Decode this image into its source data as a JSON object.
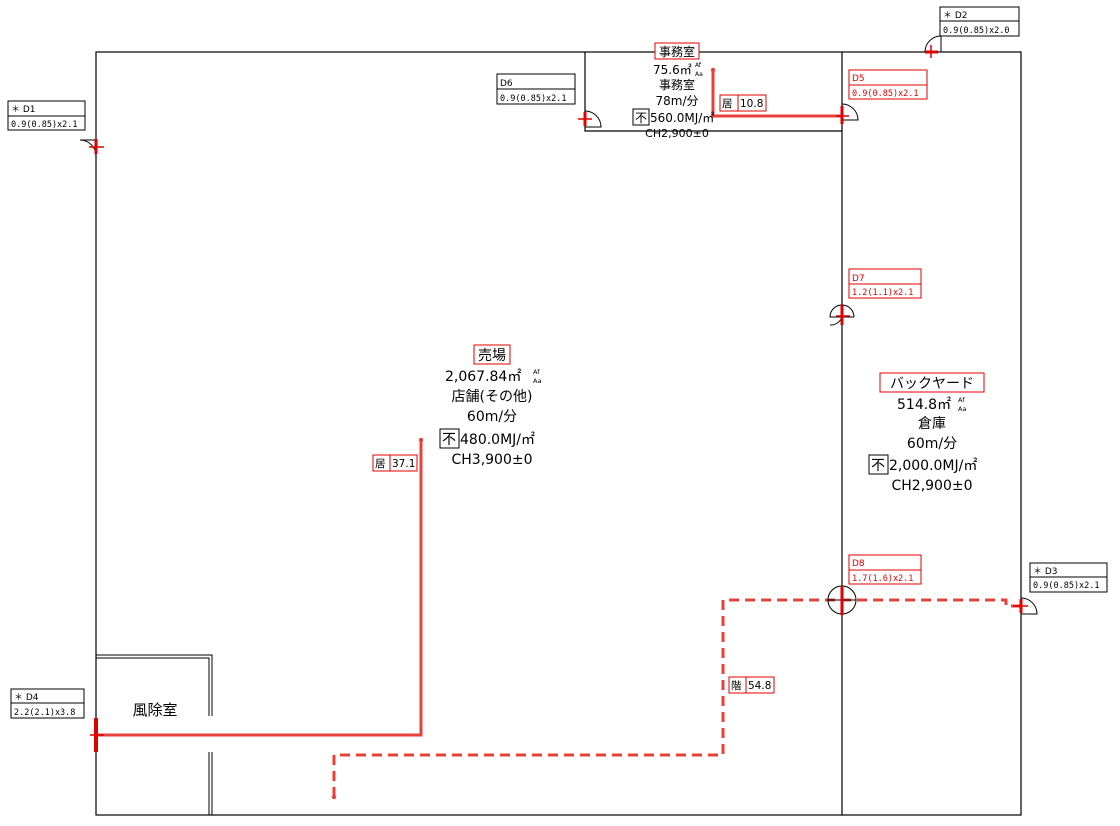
{
  "colors": {
    "wall": "#000000",
    "route": "#e8403a",
    "label_red": "#e00000",
    "label_black": "#000000"
  },
  "rooms": {
    "sales": {
      "name": "売場",
      "area": "2,067.84㎡",
      "area_sup": "Af",
      "area_sub": "Aa",
      "use": "店舗(その他)",
      "speed": "60m/分",
      "fire_mark": "不",
      "fire_load": "480.0MJ/㎡",
      "ceiling": "CH3,900±0"
    },
    "office": {
      "name": "事務室",
      "area": "75.6㎡",
      "area_sup": "Af",
      "area_sub": "Aa",
      "use": "事務室",
      "speed": "78m/分",
      "fire_mark": "不",
      "fire_load": "560.0MJ/㎡",
      "ceiling": "CH2,900±0"
    },
    "backyard": {
      "name": "バックヤード",
      "area": "514.8㎡",
      "area_sup": "Af",
      "area_sub": "Aa",
      "use": "倉庫",
      "speed": "60m/分",
      "fire_mark": "不",
      "fire_load": "2,000.0MJ/㎡",
      "ceiling": "CH2,900±0"
    },
    "windbreak": {
      "name": "風除室"
    }
  },
  "doors": {
    "d1": {
      "id": "＊ D1",
      "size": "0.9(0.85)x2.1"
    },
    "d2": {
      "id": "＊ D2",
      "size": "0.9(0.85)x2.0"
    },
    "d3": {
      "id": "＊ D3",
      "size": "0.9(0.85)x2.1"
    },
    "d4": {
      "id": "＊ D4",
      "size": "2.2(2.1)x3.8"
    },
    "d5": {
      "id": "D5",
      "size": "0.9(0.85)x2.1"
    },
    "d6": {
      "id": "D6",
      "size": "0.9(0.85)x2.1"
    },
    "d7": {
      "id": "D7",
      "size": "1.2(1.1)x2.1"
    },
    "d8": {
      "id": "D8",
      "size": "1.7(1.6)x2.1"
    }
  },
  "routes": {
    "sales_route": {
      "mark": "居",
      "length": "37.1"
    },
    "office_route": {
      "mark": "居",
      "length": "10.8"
    },
    "stair_route": {
      "mark": "階",
      "length": "54.8"
    }
  }
}
